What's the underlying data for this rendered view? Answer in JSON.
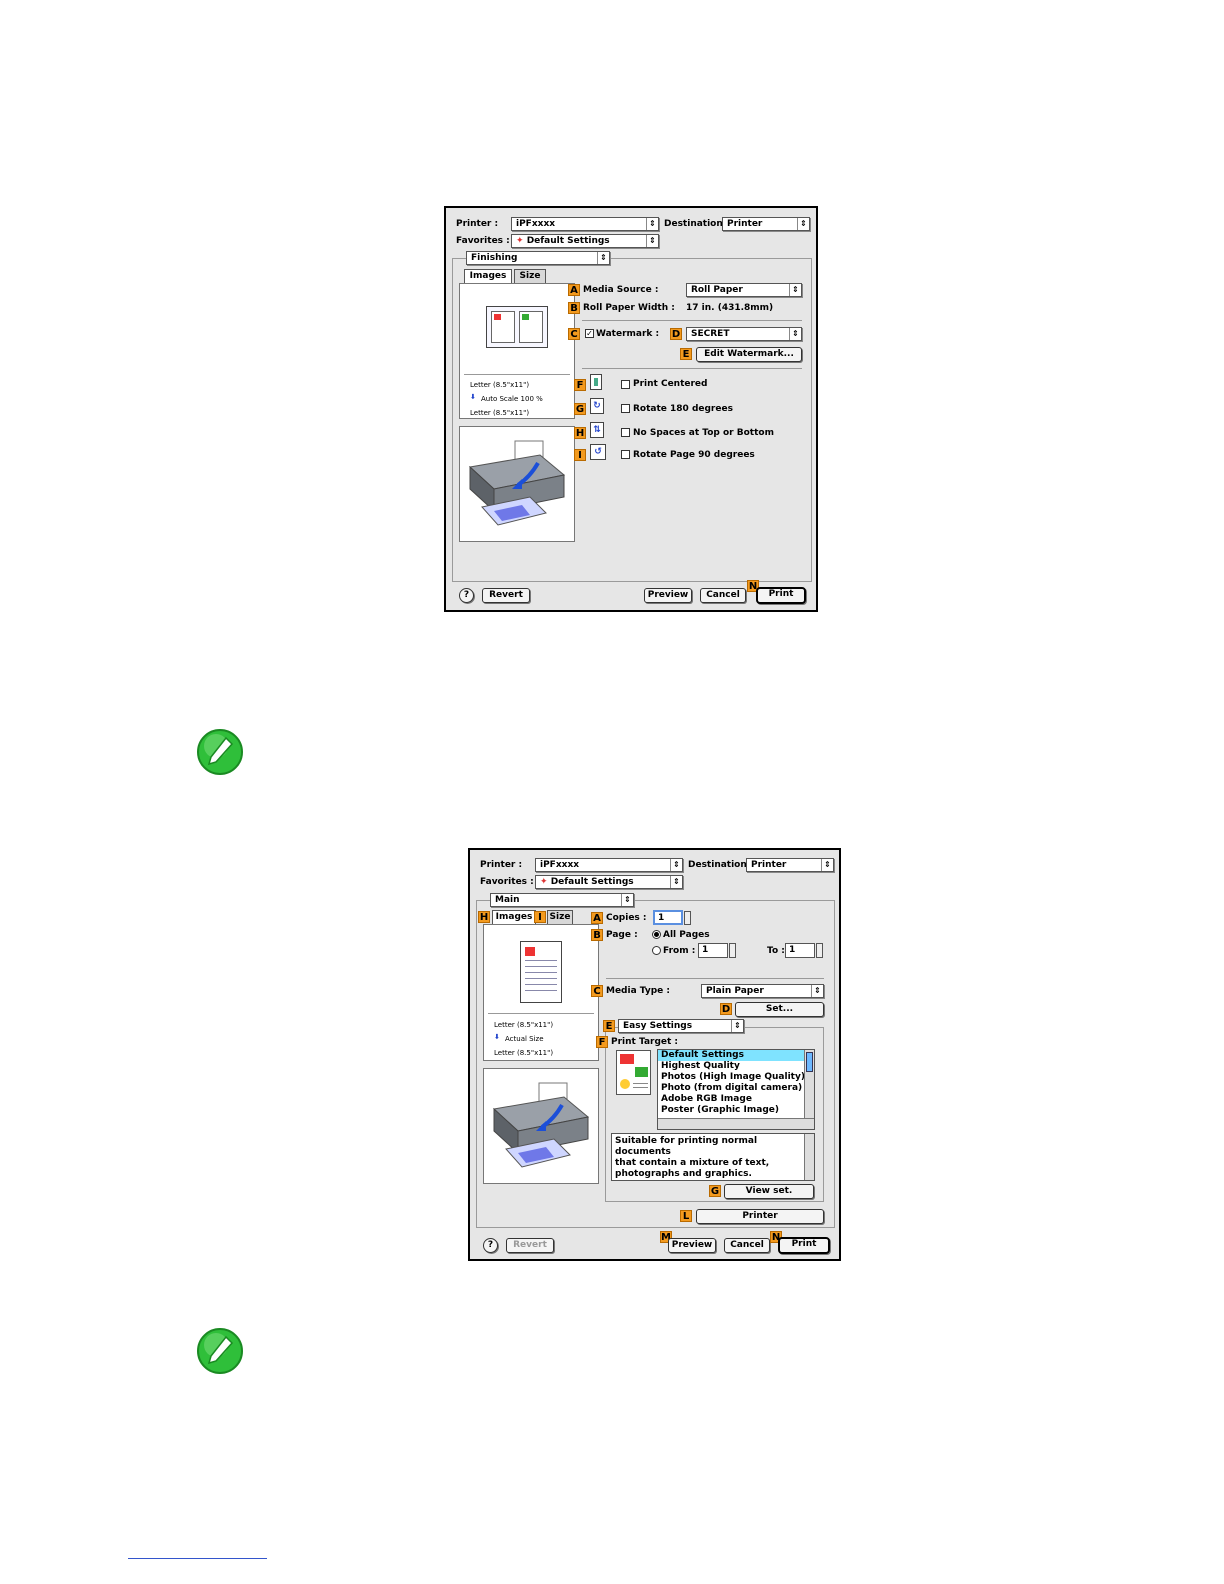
{
  "dialog1": {
    "printer_label": "Printer :",
    "printer_value": "iPFxxxx",
    "destination_label": "Destination :",
    "destination_value": "Printer",
    "favorites_label": "Favorites :",
    "favorites_value": "Default Settings",
    "panel_value": "Finishing",
    "tabs": [
      {
        "label": "Images"
      },
      {
        "label": "Size"
      }
    ],
    "preview_lines": [
      "Letter (8.5\"x11\")",
      "Auto Scale 100 %",
      "Letter (8.5\"x11\")"
    ],
    "badges": {
      "A": "A",
      "B": "B",
      "C": "C",
      "D": "D",
      "E": "E",
      "F": "F",
      "G": "G",
      "H": "H",
      "I": "I",
      "N": "N"
    },
    "media_source_label": "Media Source :",
    "media_source_value": "Roll Paper",
    "roll_width_label": "Roll Paper Width :",
    "roll_width_value": "17 in. (431.8mm)",
    "watermark_label": "Watermark :",
    "watermark_value": "SECRET",
    "edit_watermark_label": "Edit Watermark...",
    "options": [
      {
        "label": "Print Centered"
      },
      {
        "label": "Rotate 180 degrees"
      },
      {
        "label": "No Spaces at Top or Bottom"
      },
      {
        "label": "Rotate Page 90 degrees"
      }
    ],
    "help_glyph": "?",
    "revert_label": "Revert",
    "preview_label": "Preview",
    "cancel_label": "Cancel",
    "print_label": "Print"
  },
  "dialog2": {
    "printer_label": "Printer :",
    "printer_value": "iPFxxxx",
    "destination_label": "Destination :",
    "destination_value": "Printer",
    "favorites_label": "Favorites :",
    "favorites_value": "Default Settings",
    "panel_value": "Main",
    "tabs": [
      {
        "label": "Images"
      },
      {
        "label": "Size"
      }
    ],
    "preview_lines": [
      "Letter (8.5\"x11\")",
      "Actual Size",
      "Letter (8.5\"x11\")"
    ],
    "badges": {
      "A": "A",
      "B": "B",
      "C": "C",
      "D": "D",
      "E": "E",
      "F": "F",
      "G": "G",
      "H": "H",
      "I": "I",
      "L": "L",
      "M": "M",
      "N": "N"
    },
    "copies_label": "Copies :",
    "copies_value": "1",
    "page_label": "Page :",
    "all_pages_label": "All Pages",
    "from_label": "From :",
    "from_value": "1",
    "to_label": "To :",
    "to_value": "1",
    "media_type_label": "Media Type :",
    "media_type_value": "Plain Paper",
    "set_label": "Set...",
    "easy_settings_value": "Easy Settings",
    "print_target_label": "Print Target :",
    "print_targets": [
      {
        "label": "Default Settings"
      },
      {
        "label": "Highest Quality"
      },
      {
        "label": "Photos (High Image Quality)"
      },
      {
        "label": "Photo (from digital camera)"
      },
      {
        "label": "Adobe RGB Image"
      },
      {
        "label": "Poster (Graphic Image)"
      }
    ],
    "description": [
      "Suitable for printing normal documents",
      "that contain a mixture of text,",
      "photographs and graphics."
    ],
    "view_set_label": "View set.",
    "printer_button_label": "Printer",
    "help_glyph": "?",
    "revert_label": "Revert",
    "preview_label": "Preview",
    "cancel_label": "Cancel",
    "print_label": "Print"
  },
  "icons": {
    "note": "note-pencil-icon",
    "accent": "#2fbf3a"
  }
}
